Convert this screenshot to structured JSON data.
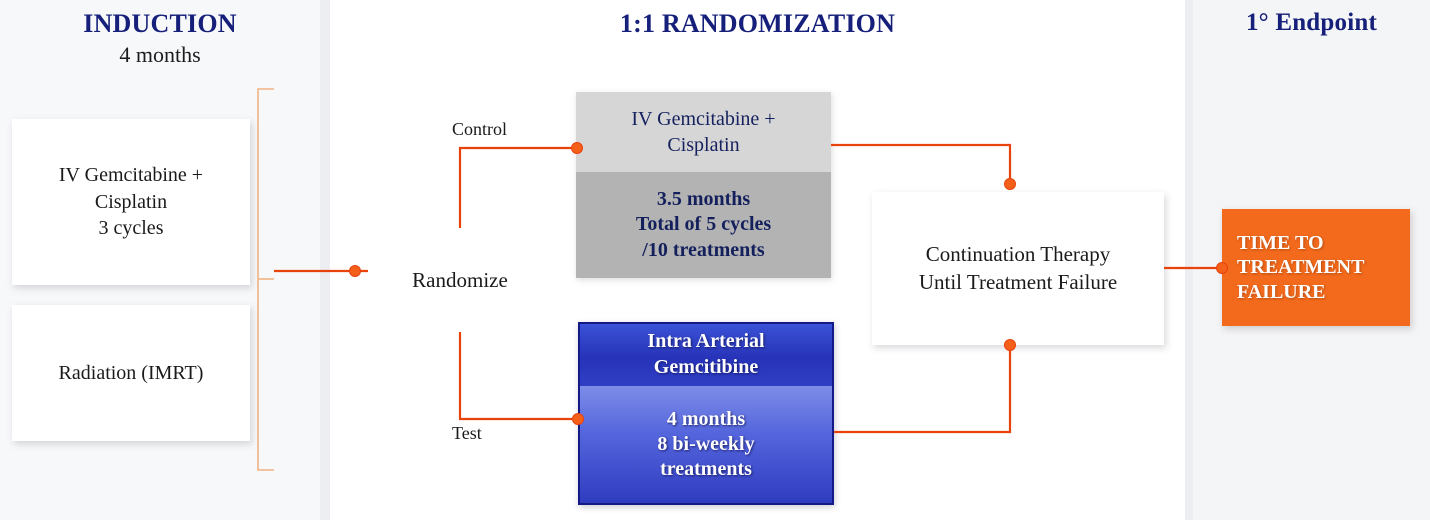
{
  "colors": {
    "heading_navy": "#16207a",
    "connector_orange": "#e8420d",
    "connector_dot": "#f4601a",
    "brace_orange": "#f0b383",
    "endpoint_orange": "#f36a1c",
    "control_top_gray": "#d6d6d6",
    "control_bottom_gray": "#b3b3b3",
    "test_blue_dark": "#2733b8",
    "test_blue_light": "#7d8de8",
    "panel_gray": "#f4f5f7"
  },
  "columns": {
    "induction": {
      "title": "INDUCTION",
      "subtitle": "4 months"
    },
    "randomization": {
      "title": "1:1 RANDOMIZATION"
    },
    "endpoint": {
      "title": "1° Endpoint"
    }
  },
  "induction_boxes": [
    {
      "name": "iv-gemcitabine-cisplatin",
      "lines": [
        "IV Gemcitabine +",
        "Cisplatin",
        "3 cycles"
      ]
    },
    {
      "name": "radiation-imrt",
      "lines": [
        "Radiation (IMRT)"
      ]
    }
  ],
  "randomize": {
    "label": "Randomize",
    "branches": {
      "control_label": "Control",
      "test_label": "Test"
    }
  },
  "control_arm": {
    "header_lines": [
      "IV Gemcitabine +",
      "Cisplatin"
    ],
    "detail_lines": [
      "3.5 months",
      "Total of 5 cycles",
      "/10 treatments"
    ]
  },
  "test_arm": {
    "header_lines": [
      "Intra Arterial",
      "Gemcitibine"
    ],
    "detail_lines": [
      "4 months",
      "8 bi-weekly",
      "treatments"
    ]
  },
  "continuation": {
    "lines": [
      "Continuation Therapy",
      "Until Treatment Failure"
    ]
  },
  "endpoint_box": {
    "lines": [
      "TIME TO",
      "TREATMENT",
      "FAILURE"
    ]
  }
}
